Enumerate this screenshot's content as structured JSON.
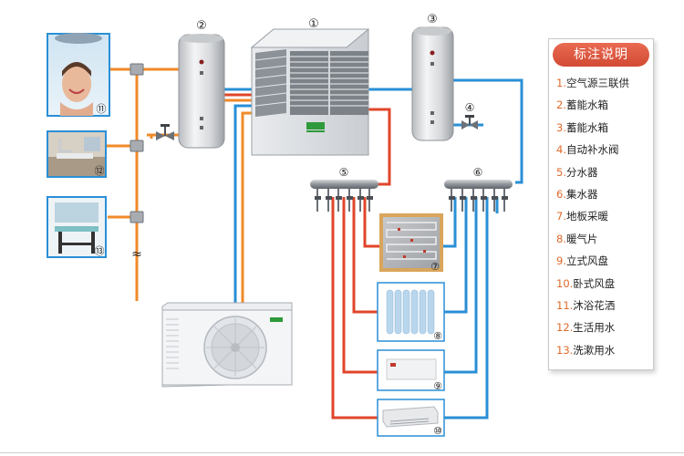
{
  "labels": {
    "c1": "①",
    "c2": "②",
    "c3": "③",
    "c4": "④",
    "c5": "⑤",
    "c6": "⑥",
    "c7": "⑦",
    "c8": "⑧",
    "c9": "⑨",
    "c10": "⑩",
    "c11": "⑪",
    "c12": "⑫",
    "c13": "⑬",
    "wave": "≈"
  },
  "legend": {
    "title": "标注说明",
    "items": [
      {
        "num": "1.",
        "text": "空气源三联供"
      },
      {
        "num": "2.",
        "text": "蓄能水箱"
      },
      {
        "num": "3.",
        "text": "蓄能水箱"
      },
      {
        "num": "4.",
        "text": "自动补水阀"
      },
      {
        "num": "5.",
        "text": "分水器"
      },
      {
        "num": "6.",
        "text": "集水器"
      },
      {
        "num": "7.",
        "text": "地板采暖"
      },
      {
        "num": "8.",
        "text": "暖气片"
      },
      {
        "num": "9.",
        "text": "立式风盘"
      },
      {
        "num": "10.",
        "text": "卧式风盘"
      },
      {
        "num": "11.",
        "text": "沐浴花洒"
      },
      {
        "num": "12.",
        "text": "生活用水"
      },
      {
        "num": "13.",
        "text": "洗漱用水"
      }
    ]
  },
  "colors": {
    "hot_pipe": "#f08a2a",
    "warm_pipe": "#e0452b",
    "cold_pipe": "#2a8fd6",
    "accent": "#d24a33",
    "label_number": "#e06a2a"
  }
}
